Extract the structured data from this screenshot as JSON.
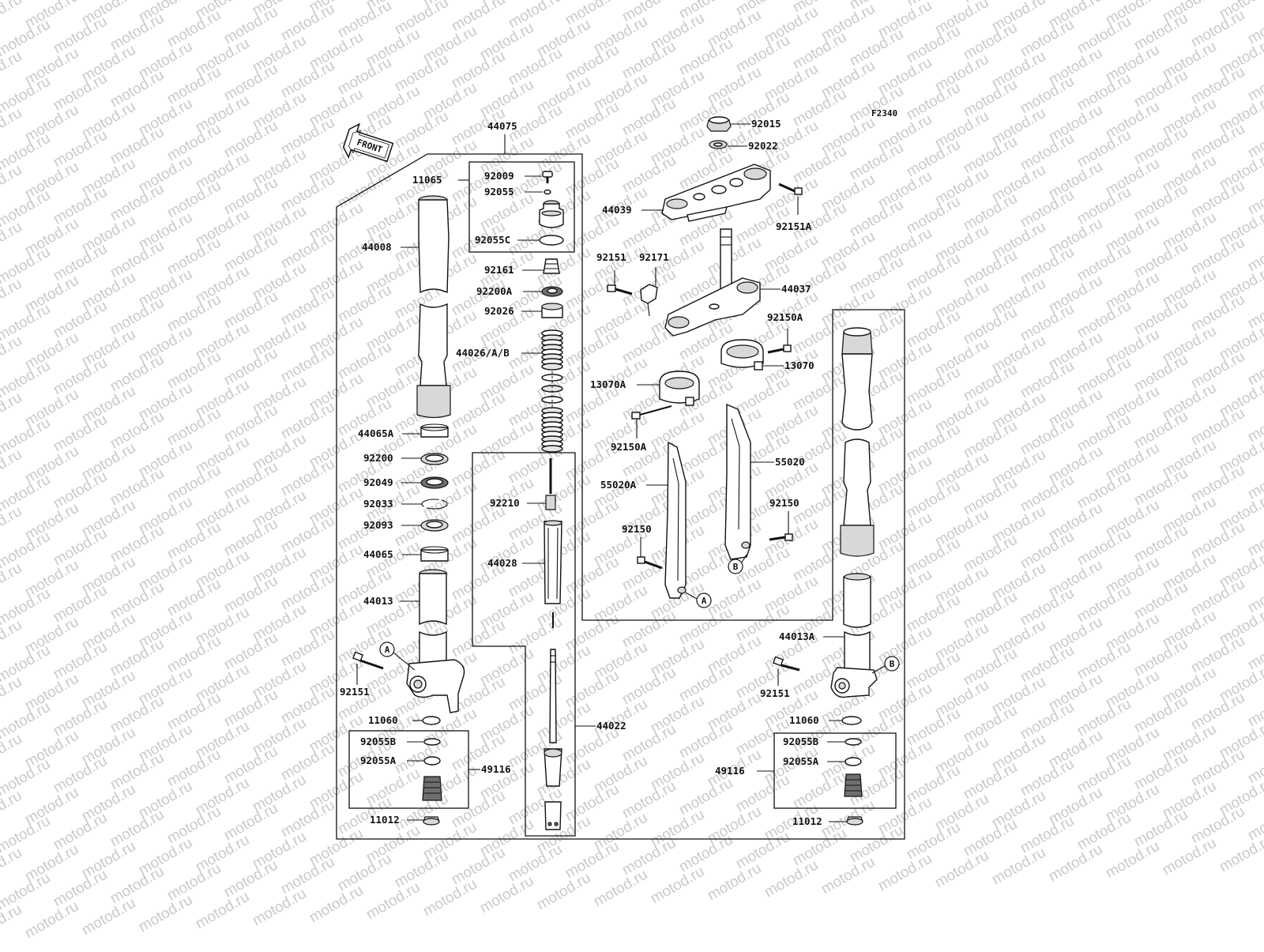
{
  "diagram": {
    "figure_code": "F2340",
    "direction_marker": "FRONT",
    "watermark_text": "motod.ru"
  },
  "labels": {
    "l44075": "44075",
    "l11065": "11065",
    "l92009": "92009",
    "l92055": "92055",
    "l92055C": "92055C",
    "l44008": "44008",
    "l92161": "92161",
    "l92200A": "92200A",
    "l92026": "92026",
    "l44026AB": "44026/A/B",
    "l44065A": "44065A",
    "l92200": "92200",
    "l92049": "92049",
    "l92033": "92033",
    "l92093": "92093",
    "l44065": "44065",
    "l44013": "44013",
    "l92151_left": "92151",
    "l11060_left": "11060",
    "l92055B_left": "92055B",
    "l92055A_left": "92055A",
    "l49116_left": "49116",
    "l11012_left": "11012",
    "l92210": "92210",
    "l44028": "44028",
    "l44022": "44022",
    "l92015": "92015",
    "l92022": "92022",
    "l44039": "44039",
    "l92151A": "92151A",
    "l92151_top": "92151",
    "l92171": "92171",
    "l44037": "44037",
    "l92150A_top": "92150A",
    "l13070": "13070",
    "l13070A": "13070A",
    "l92150A_mid": "92150A",
    "l55020": "55020",
    "l55020A": "55020A",
    "l92150_right": "92150",
    "l92150_left": "92150",
    "callout_A_guard": "A",
    "callout_B_guard": "B",
    "callout_A_fork": "A",
    "callout_B_fork": "B",
    "l44013A": "44013A",
    "l92151_right": "92151",
    "l11060_right": "11060",
    "l92055B_right": "92055B",
    "l92055A_right": "92055A",
    "l49116_right": "49116",
    "l11012_right": "11012"
  },
  "colors": {
    "line": "#111111",
    "watermark": "#c9c9c9",
    "background": "#ffffff"
  }
}
